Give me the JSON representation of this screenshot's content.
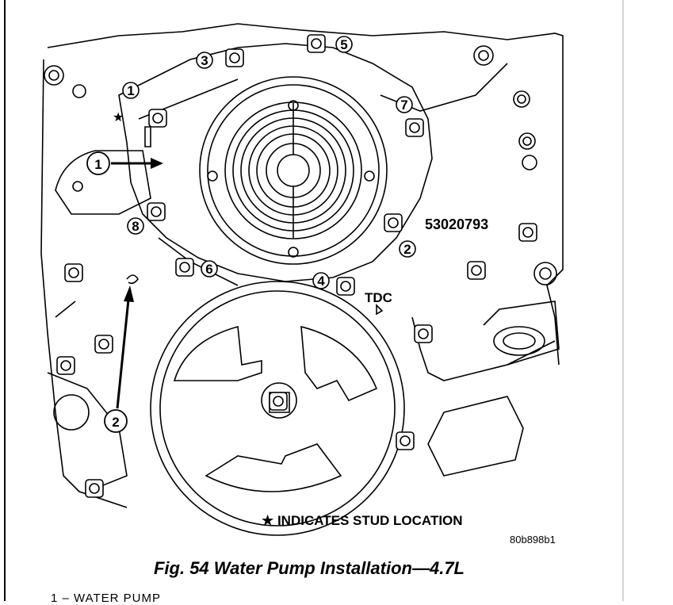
{
  "figure": {
    "caption": "Fig. 54 Water Pump Installation—4.7L",
    "part_number": "53020793",
    "tdc_label": "TDC",
    "stud_note": "★ INDICATES STUD LOCATION",
    "ref_code": "80b898b1",
    "bolt_callouts": [
      "1",
      "2",
      "3",
      "4",
      "5",
      "6",
      "7",
      "8"
    ],
    "item_callouts": [
      "1",
      "2"
    ],
    "legend_partial": "1 – WATER PUMP"
  }
}
